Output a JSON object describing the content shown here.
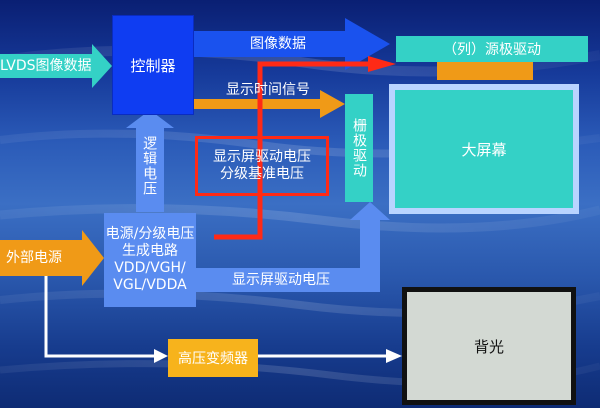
{
  "diagram": {
    "lvds_input": "LVDS图像数据",
    "controller": "控制器",
    "image_data": "图像数据",
    "source_driver": "（列）源极驱动",
    "timing_signal": "显示时间信号",
    "gate_driver": "栅极驱动",
    "big_screen": "大屏幕",
    "logic_voltage": "逻辑电压",
    "driver_voltage_box": "显示屏驱动电压\n分级基准电压",
    "external_power": "外部电源",
    "power_block": "电源/分级电压\n生成电路\nVDD/VGH/\nVGL/VDDA",
    "driver_voltage": "显示屏驱动电压",
    "hv_inverter": "高压变频器",
    "backlight": "背光"
  },
  "colors": {
    "controller": "#0f3df2",
    "power": "#5a8cf0",
    "cyan": "#34d1c6",
    "screen_border": "#b9d4ff",
    "orange": "#f09a17",
    "red": "#ff2a16",
    "white_arrow": "#ffffff",
    "backlight_fill": "#d3d9d3"
  }
}
